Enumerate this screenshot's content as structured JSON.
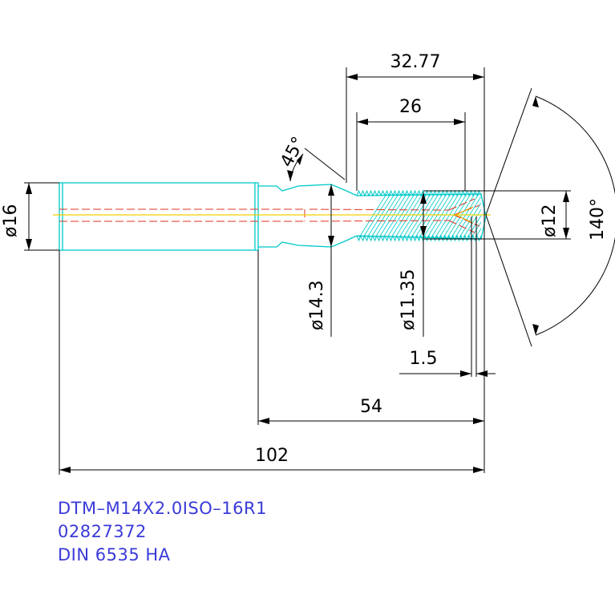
{
  "dimensions": {
    "d_3277": "32.77",
    "d_26": "26",
    "d_45deg": "45°",
    "d_140deg": "140°",
    "d_dia16": "ø16",
    "d_dia12": "ø12",
    "d_dia143": "ø14.3",
    "d_dia1135": "ø11.35",
    "d_15": "1.5",
    "d_54": "54",
    "d_102": "102"
  },
  "title_block": {
    "line1": "DTM–M14X2.0ISO–16R1",
    "line2": "02827372",
    "line3": "DIN 6535 HA"
  },
  "colors": {
    "outline": "#00c8c8",
    "dimension": "#000000",
    "centerline": "#f0d000",
    "hidden": "#e03020",
    "text_label": "#3a3ad8"
  }
}
